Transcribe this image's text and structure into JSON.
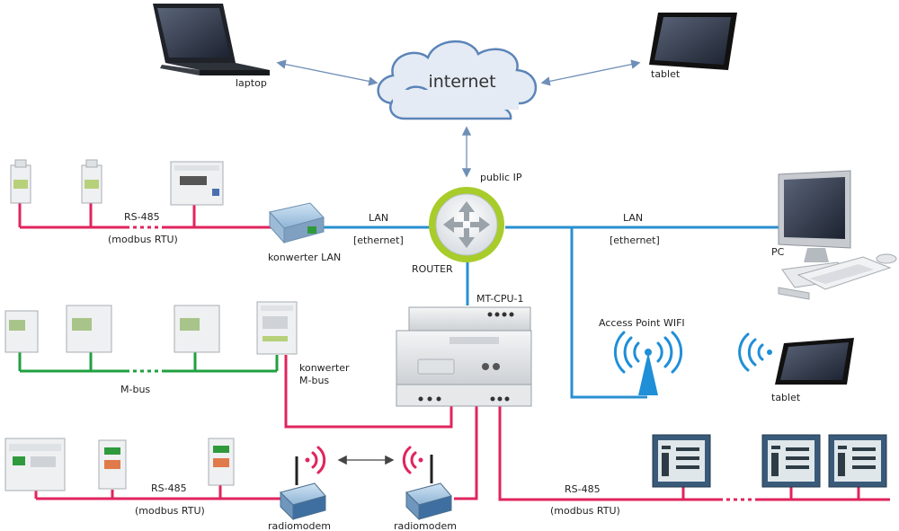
{
  "colors": {
    "lan": "#2a8fd0",
    "rs485": "#e0245e",
    "mbus": "#1fa040",
    "router_ring": "#a8cc2a",
    "arrow": "#6f8fb8",
    "cloud_fill": "#e4ebf4",
    "cloud_stroke": "#5b84b8",
    "wifi": "#1f8fd8",
    "radio": "#e0245e"
  },
  "labels": {
    "internet": "internet",
    "laptop": "laptop",
    "tablet_top": "tablet",
    "public_ip": "public IP",
    "router": "ROUTER",
    "mt_cpu": "MT-CPU-1",
    "pc": "PC",
    "access_point": "Access Point WIFI",
    "tablet_wifi": "tablet",
    "lan_left": "LAN",
    "ethernet_left": "[ethernet]",
    "lan_right": "LAN",
    "ethernet_right": "[ethernet]",
    "rs485_top": "RS-485",
    "modbus_top": "(modbus RTU)",
    "konwerter_lan": "konwerter LAN",
    "mbus": "M-bus",
    "konwerter_mbus_1": "konwerter",
    "konwerter_mbus_2": "M-bus",
    "rs485_bottom_left": "RS-485",
    "modbus_bottom_left": "(modbus RTU)",
    "radiomodem_left": "radiomodem",
    "radiomodem_right": "radiomodem",
    "rs485_bottom_right": "RS-485",
    "modbus_bottom_right": "(modbus RTU)"
  },
  "icons": {
    "laptop": "laptop-icon",
    "tablet": "tablet-icon",
    "pc": "pc-icon",
    "router": "router-icon",
    "cloud": "cloud-icon",
    "controller": "mt-cpu-controller-icon",
    "meter": "energy-meter-icon",
    "converter": "converter-icon",
    "radiomodem": "radiomodem-icon",
    "antenna": "wifi-antenna-icon",
    "wifi_waves": "wifi-waves-icon",
    "radio_waves": "radio-waves-icon",
    "analyzer": "power-analyzer-icon"
  }
}
